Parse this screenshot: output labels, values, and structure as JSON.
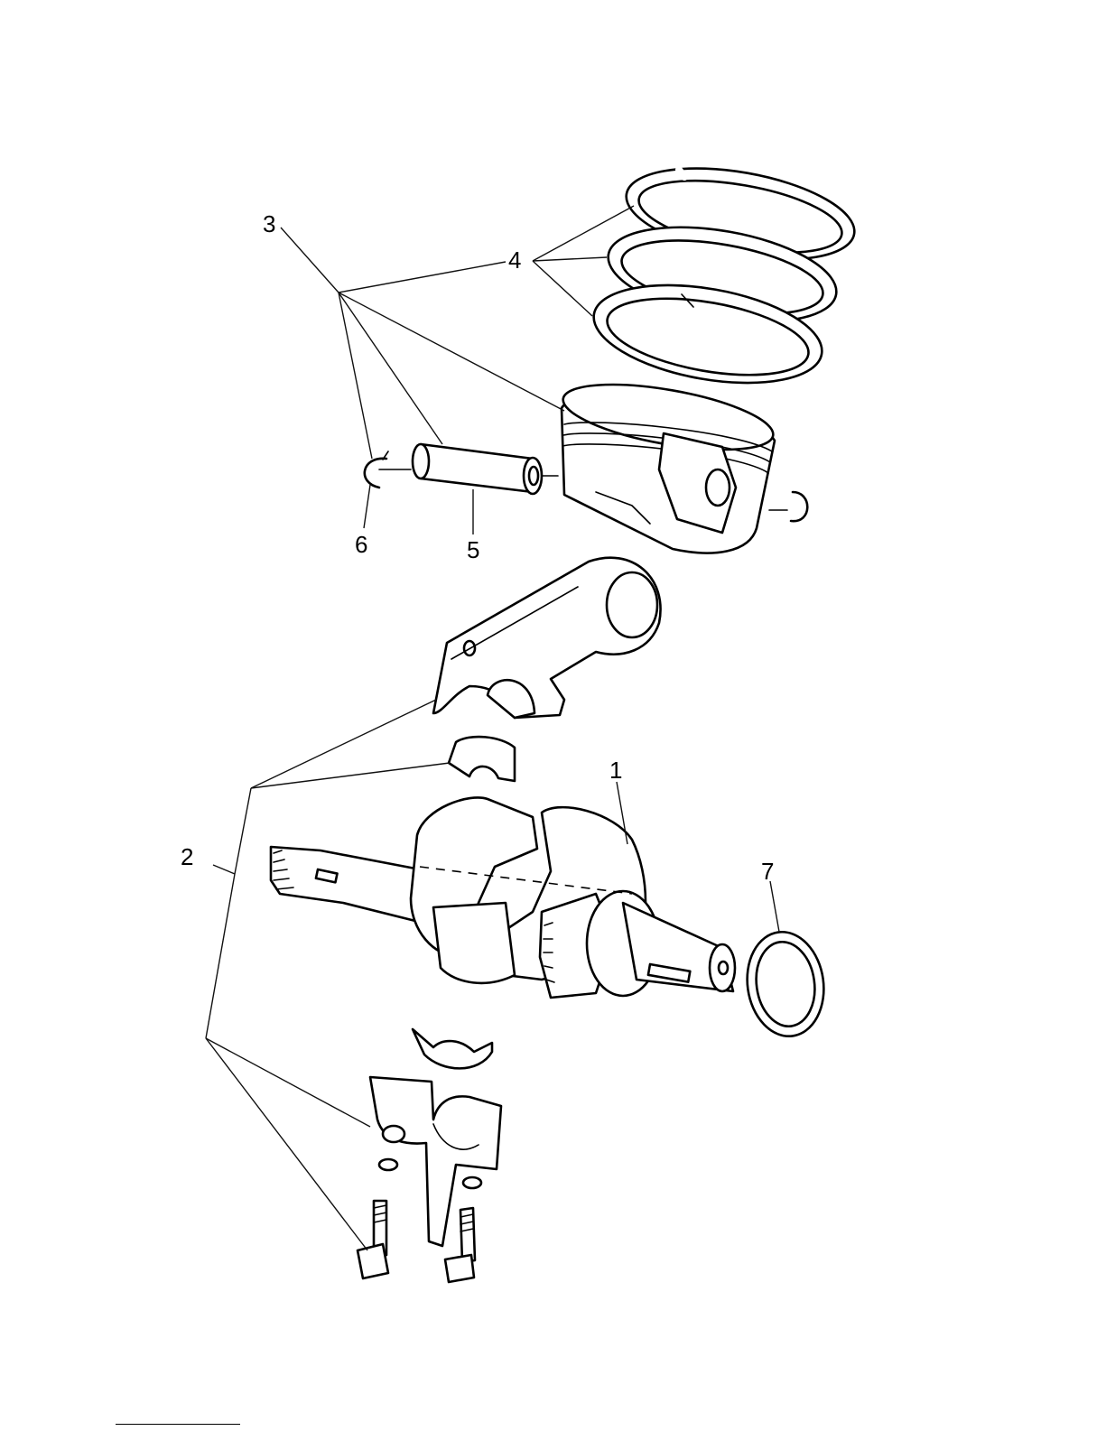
{
  "diagram": {
    "callouts": [
      {
        "id": "1",
        "label": "1"
      },
      {
        "id": "2",
        "label": "2"
      },
      {
        "id": "3",
        "label": "3"
      },
      {
        "id": "4",
        "label": "4"
      },
      {
        "id": "5",
        "label": "5"
      },
      {
        "id": "6",
        "label": "6"
      },
      {
        "id": "7",
        "label": "7"
      }
    ],
    "parts": [
      "crankshaft",
      "connecting-rod-assembly",
      "piston",
      "piston-rings",
      "piston-pin",
      "circlip",
      "thrust-washer"
    ]
  }
}
